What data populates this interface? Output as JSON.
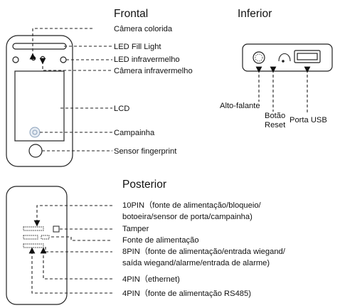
{
  "sections": {
    "front": "Frontal",
    "bottom": "Inferior",
    "back": "Posterior"
  },
  "front_labels": {
    "color_camera": "Câmera colorida",
    "fill_light": "LED Fill Light",
    "ir_led": "LED infravermelho",
    "ir_camera": "Câmera infravermelho",
    "lcd": "LCD",
    "doorbell": "Campainha",
    "fingerprint": "Sensor fingerprint"
  },
  "bottom_labels": {
    "speaker": "Alto-falante",
    "reset_line1": "Botão",
    "reset_line2": "Reset",
    "usb": "Porta USB"
  },
  "back_labels": {
    "pin10_line1": "10PIN（fonte de alimentação/bloqueio/",
    "pin10_line2": "botoeira/sensor de porta/campainha)",
    "tamper": "Tamper",
    "power": "Fonte de alimentação",
    "pin8_line1": "8PIN（fonte de alimentação/entrada wiegand/",
    "pin8_line2": "saída wiegand/alarme/entrada de alarme)",
    "pin4_eth": "4PIN（ethernet)",
    "pin4_rs485": "4PIN（fonte de alimentação RS485)"
  }
}
